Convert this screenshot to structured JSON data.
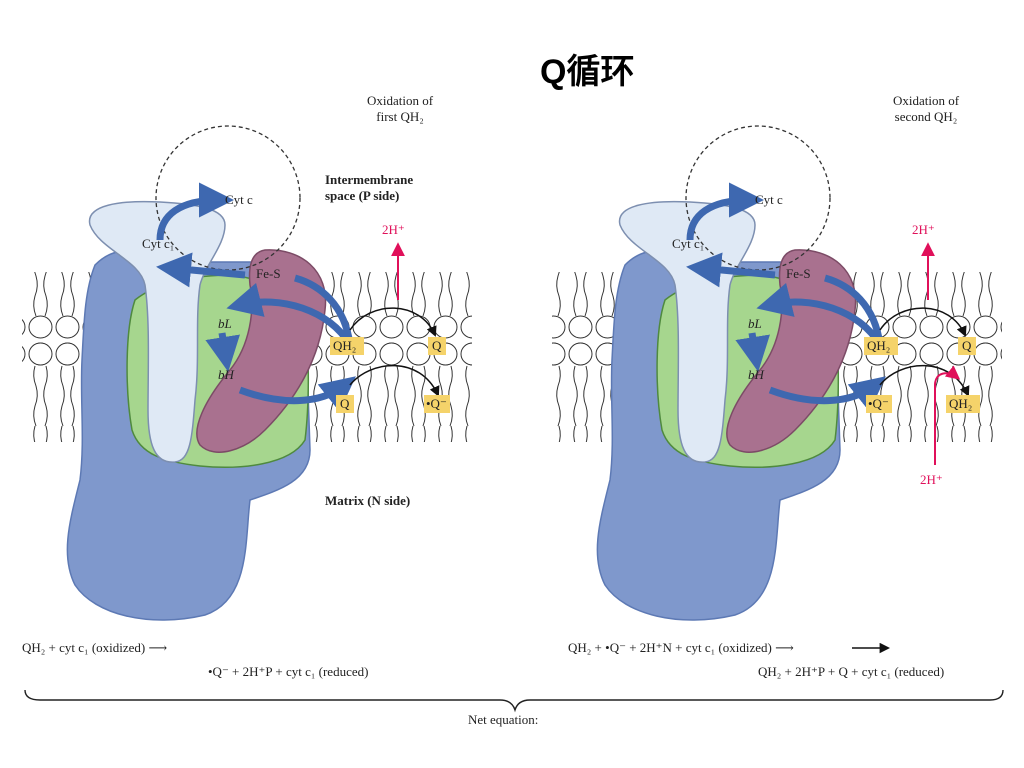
{
  "title": "Q循环",
  "left_panel": {
    "header_line1": "Oxidation of",
    "header_line2": "first QH₂",
    "intermembrane_line1": "Intermembrane",
    "intermembrane_line2": "space (P side)",
    "matrix_label": "Matrix (N side)",
    "cyt_c": "Cyt c",
    "cyt_c1": "Cyt c₁",
    "fe_s": "Fe-S",
    "b_l": "bL",
    "b_h": "bH",
    "proton": "2H⁺",
    "qh2": "QH₂",
    "q_top": "Q",
    "q_bottom": "Q",
    "semiquinone": "•Q⁻",
    "eq_line1": "QH₂ + cyt c₁ (oxidized)  ⟶",
    "eq_line2": "•Q⁻ + 2H⁺P + cyt c₁ (reduced)"
  },
  "right_panel": {
    "header_line1": "Oxidation of",
    "header_line2": "second QH₂",
    "cyt_c": "Cyt c",
    "cyt_c1": "Cyt c₁",
    "fe_s": "Fe-S",
    "b_l": "bL",
    "b_h": "bH",
    "proton_top": "2H⁺",
    "proton_bottom": "2H⁺",
    "qh2_top": "QH₂",
    "q_top": "Q",
    "semiquinone": "•Q⁻",
    "qh2_bottom": "QH₂",
    "eq_line1": "QH₂ + •Q⁻ + 2H⁺N + cyt c₁ (oxidized)  ⟶",
    "eq_line2": "QH₂ + 2H⁺P + Q + cyt c₁ (reduced)"
  },
  "net_equation_label": "Net equation:",
  "colors": {
    "blue_protein": "#7f98cc",
    "cyt_c1": "#dfe9f5",
    "green_protein": "#a6d68e",
    "pink_protein": "#a9718f",
    "arrow_blue": "#3e68b0",
    "proton_red": "#e0105a",
    "quinone_box": "#f5d36a"
  }
}
